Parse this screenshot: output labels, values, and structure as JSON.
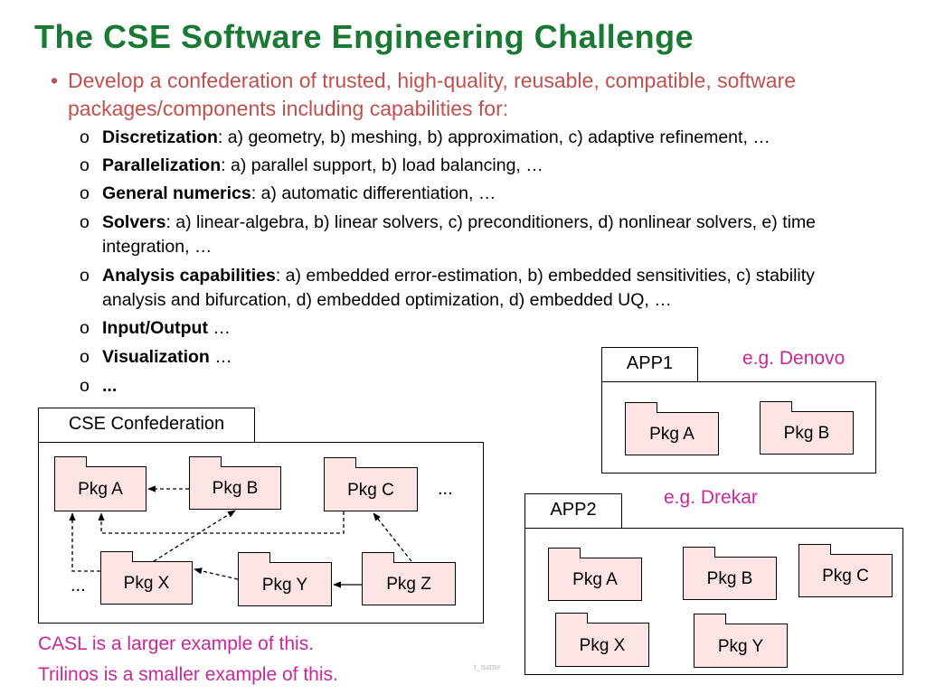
{
  "title": "The CSE Software Engineering Challenge",
  "bullet": {
    "marker": "•",
    "text": "Develop a confederation of trusted, high-quality, reusable, compatible, software packages/components including capabilities for:"
  },
  "sub_marker": "o",
  "capabilities": [
    {
      "bold": "Discretization",
      "rest": ": a) geometry, b) meshing, b) approximation, c) adaptive refinement, …"
    },
    {
      "bold": "Parallelization",
      "rest": ": a) parallel support, b) load balancing, …"
    },
    {
      "bold": "General numerics",
      "rest": ": a) automatic differentiation, …"
    },
    {
      "bold": "Solvers",
      "rest": ": a) linear-algebra, b) linear solvers, c) preconditioners, d) nonlinear solvers, e) time integration, …"
    },
    {
      "bold": "Analysis capabilities",
      "rest": ": a) embedded error-estimation, b) embedded sensitivities, c) stability analysis and bifurcation, d) embedded optimization, d) embedded UQ, …"
    },
    {
      "bold": "Input/Output",
      "rest": " …"
    },
    {
      "bold": "Visualization",
      "rest": " …"
    },
    {
      "bold": "...",
      "rest": ""
    }
  ],
  "confederation": {
    "label": "CSE Confederation",
    "packages": {
      "a": "Pkg A",
      "b": "Pkg B",
      "c": "Pkg C",
      "x": "Pkg X",
      "y": "Pkg Y",
      "z": "Pkg Z"
    },
    "ellipsis_right": "...",
    "ellipsis_left": "..."
  },
  "app1": {
    "label": "APP1",
    "example": "e.g. Denovo",
    "packages": [
      "Pkg A",
      "Pkg B"
    ]
  },
  "app2": {
    "label": "APP2",
    "example": "e.g. Drekar",
    "packages": [
      "Pkg A",
      "Pkg B",
      "Pkg C",
      "Pkg X",
      "Pkg Y"
    ]
  },
  "footer": {
    "casl": "CASL is a larger example of this.",
    "trilinos": "Trilinos is a smaller example of this."
  },
  "watermark": "t_name",
  "colors": {
    "title": "#1a7a35",
    "bullet": "#c0504d",
    "note": "#c8279a",
    "package_fill": "#fde4e4"
  }
}
